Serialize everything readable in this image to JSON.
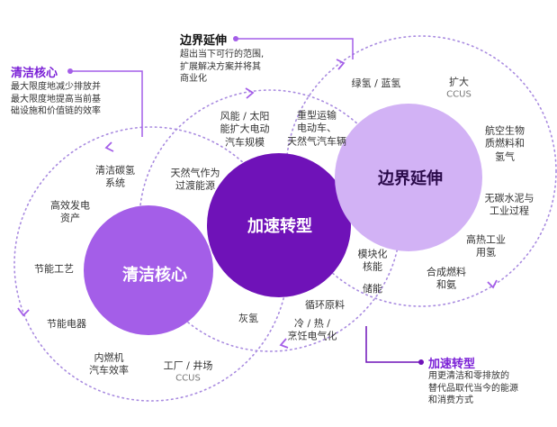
{
  "colors": {
    "clean": "#a45ee8",
    "accel": "#6f12b8",
    "boundary": "#d2b2f5",
    "accent": "#7a1fd6"
  },
  "circles": {
    "clean": "清洁核心",
    "accel": "加速转型",
    "boundary": "边界延伸"
  },
  "callouts": {
    "boundary": {
      "title": "边界延伸",
      "lines": [
        "超出当下可行的范围,",
        "扩展解决方案并将其",
        "商业化"
      ]
    },
    "clean": {
      "title": "清洁核心",
      "lines": [
        "最大限度地减少排放并",
        "最大限度地提高当前基",
        "础设施和价值链的效率"
      ]
    },
    "accel": {
      "title": "加速转型",
      "lines": [
        "用更清洁和零排放的",
        "替代品取代当今的能源",
        "和消费方式"
      ]
    }
  },
  "labels": {
    "green_h2": [
      "绿氢 / 蓝氢"
    ],
    "expand_ccus": [
      "扩大",
      "CCUS"
    ],
    "aviation": [
      "航空生物",
      "质燃料和",
      "氢气"
    ],
    "carbon_free": [
      "无碳水泥与",
      "工业过程"
    ],
    "high_heat": [
      "高热工业",
      "用氢"
    ],
    "synfuel": [
      "合成燃料",
      "和氨"
    ],
    "heavy_transport": [
      "重型运输",
      "电动车、",
      "天然气汽车辆"
    ],
    "wind_solar": [
      "风能 / 太阳",
      "能扩大电动",
      "汽车规模"
    ],
    "natgas": [
      "天然气作为",
      "过渡能源"
    ],
    "modular": [
      "模块化",
      "核能"
    ],
    "storage": [
      "储能"
    ],
    "recycle": [
      "循环原料"
    ],
    "cold_heat": [
      "冷 / 热 /",
      "烹饪电气化"
    ],
    "grey_h2": [
      "灰氢"
    ],
    "factory_ccus": [
      "工厂 / 井场",
      "CCUS"
    ],
    "ice": [
      "内燃机",
      "汽车效率"
    ],
    "appliance": [
      "节能电器"
    ],
    "process": [
      "节能工艺"
    ],
    "power_asset": [
      "高效发电",
      "资产"
    ],
    "clean_h2": [
      "清洁碳氢",
      "系统"
    ]
  }
}
